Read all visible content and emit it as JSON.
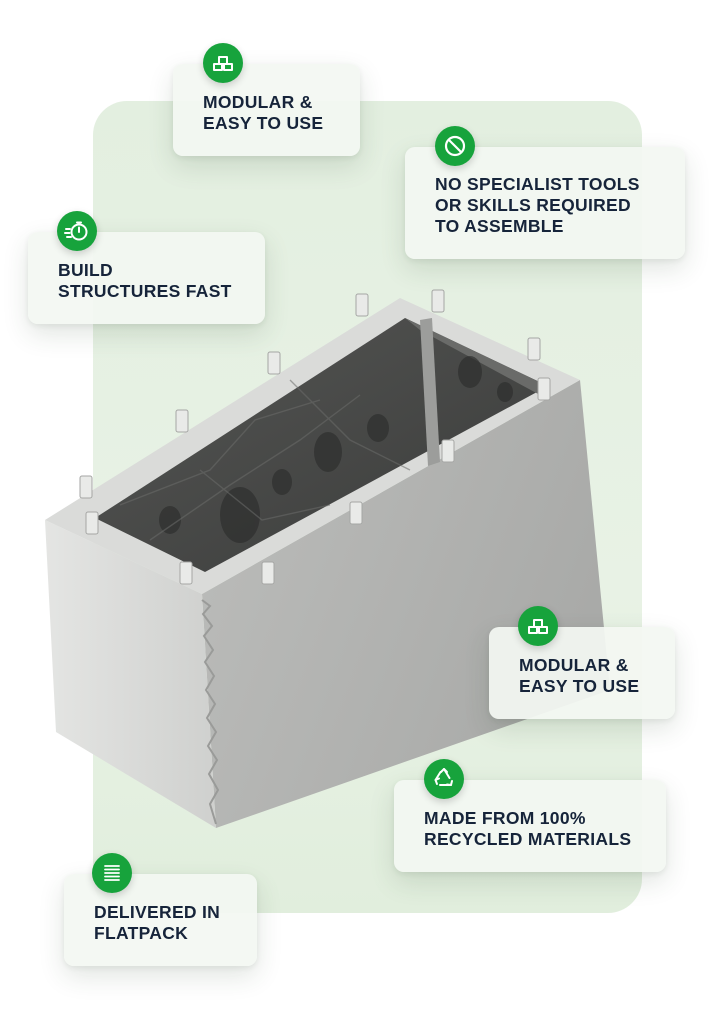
{
  "brand": {
    "accent": "#17a33c",
    "panel": "#e4efe1",
    "text": "#16243a"
  },
  "features": [
    {
      "label": "MODULAR &\nEASY TO USE",
      "icon": "modular-bricks-icon"
    },
    {
      "label": "NO SPECIALIST TOOLS\nOR SKILLS REQUIRED\nTO ASSEMBLE",
      "icon": "no-tools-icon"
    },
    {
      "label": "BUILD\nSTRUCTURES FAST",
      "icon": "stopwatch-icon"
    },
    {
      "label": "MODULAR &\nEASY TO USE",
      "icon": "modular-bricks-icon"
    },
    {
      "label": "MADE FROM 100%\nRECYCLED MATERIALS",
      "icon": "recycle-icon"
    },
    {
      "label": "DELIVERED IN\nFLATPACK",
      "icon": "flatpack-stack-icon"
    }
  ]
}
